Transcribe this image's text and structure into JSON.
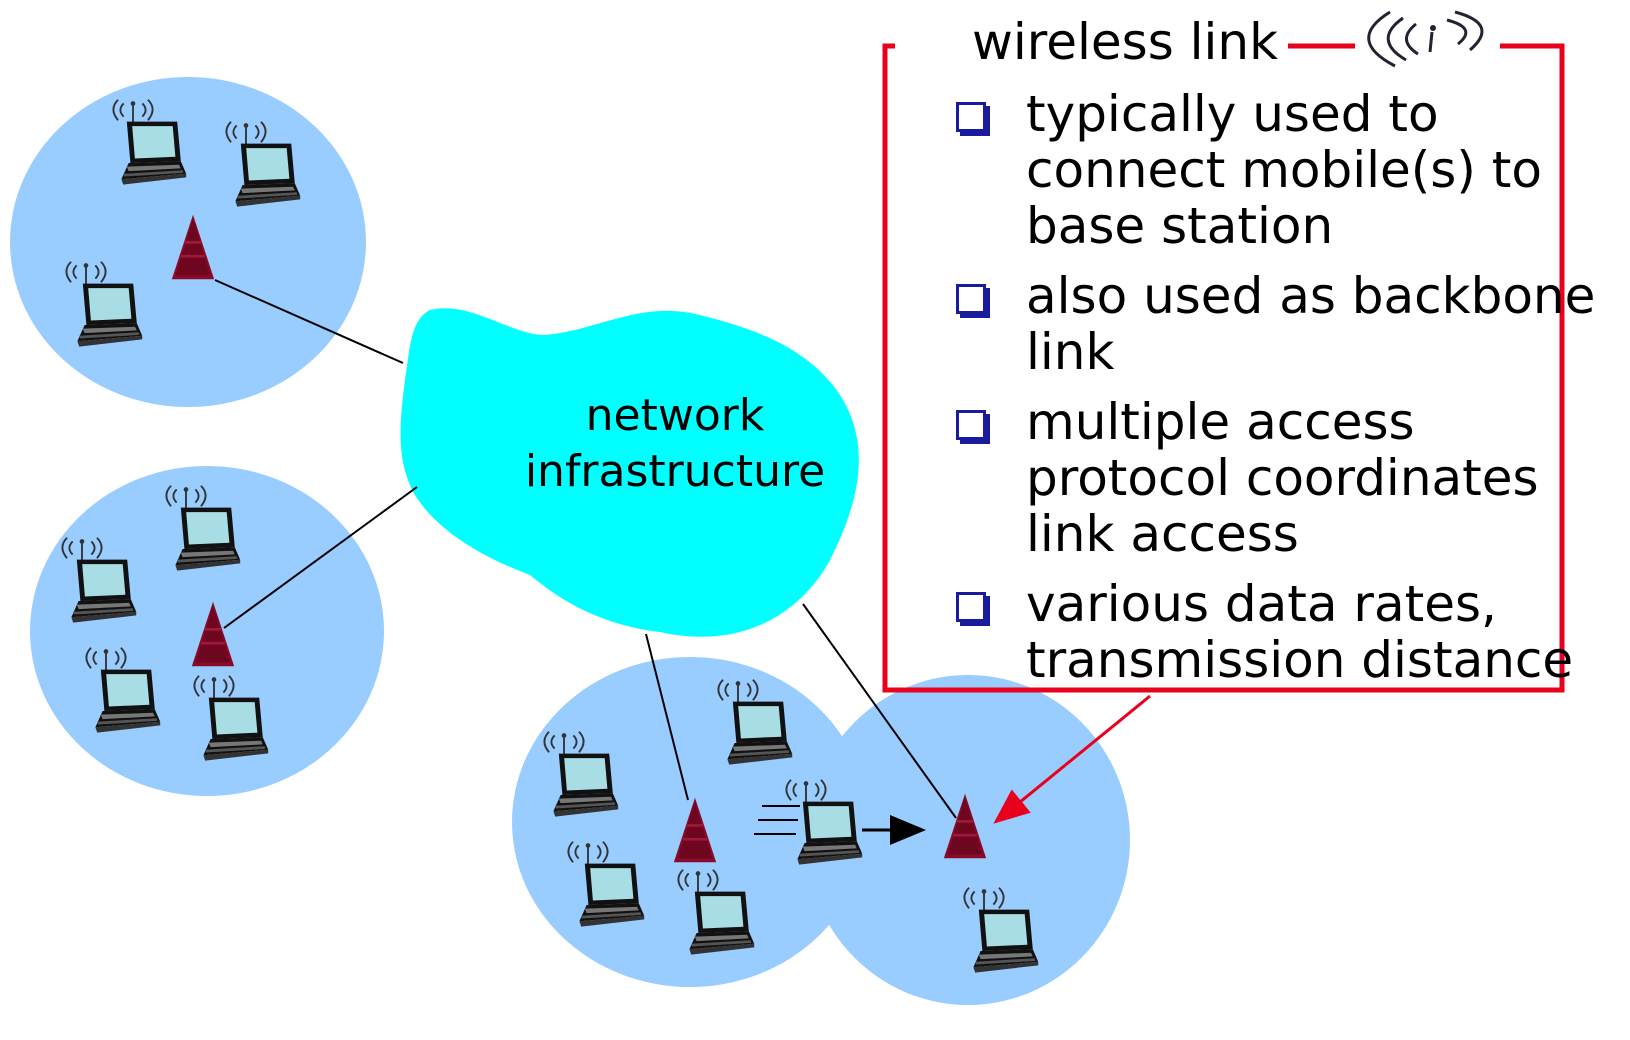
{
  "legend": {
    "title": "wireless link",
    "title_icon": "wireless-signal-icon",
    "border_color": "#e8001c",
    "bullets": [
      "typically used to connect mobile(s) to base station",
      "also used as backbone link",
      "multiple access protocol coordinates link access",
      "various data rates, transmission distance"
    ]
  },
  "cloud": {
    "line1": "network",
    "line2": "infrastructure",
    "color": "#00ffff"
  },
  "colors": {
    "cell": "#99ccff",
    "tower": "#8b0a2a",
    "arrow": "#e8001c"
  },
  "icons": {
    "laptop": "laptop-icon",
    "base_station": "base-station-icon",
    "signal": "wireless-signal-icon"
  }
}
